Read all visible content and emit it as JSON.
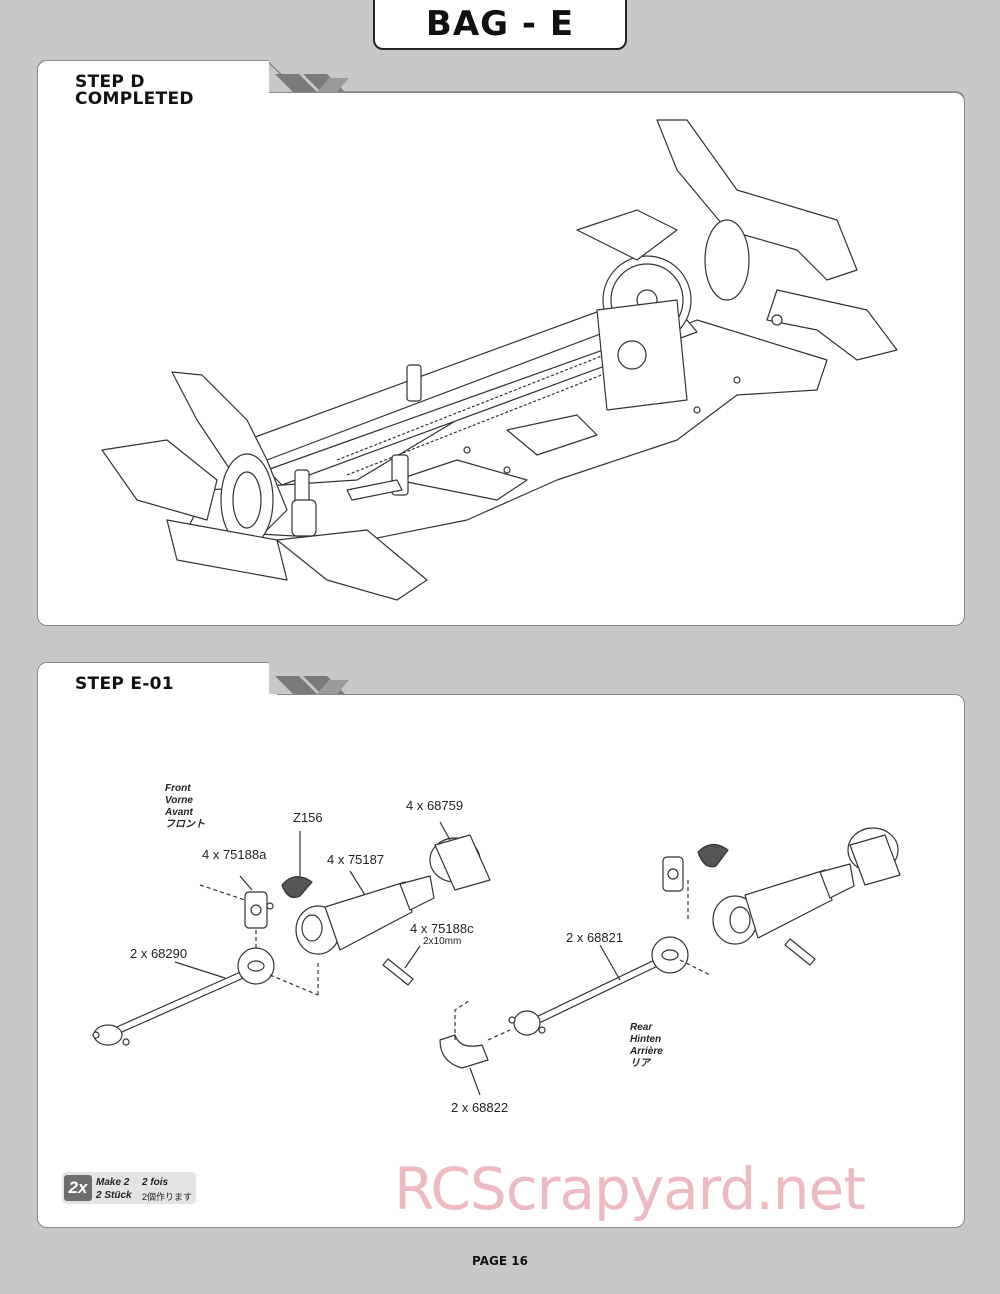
{
  "header": {
    "bag_title": "BAG - E"
  },
  "step_d": {
    "label_line1": "STEP D",
    "label_line2": "COMPLETED"
  },
  "step_e01": {
    "label": "STEP E-01",
    "front": {
      "en": "Front",
      "de": "Vorne",
      "fr": "Avant",
      "jp": "フロント"
    },
    "rear": {
      "en": "Rear",
      "de": "Hinten",
      "fr": "Arrière",
      "jp": "リア"
    },
    "parts": {
      "z156": "Z156",
      "p68759": "4 x 68759",
      "p75188a": "4 x 75188a",
      "p75187": "4 x 75187",
      "p75188c": "4 x 75188c",
      "p75188c_size": "2x10mm",
      "p68290": "2 x 68290",
      "p68821": "2 x 68821",
      "p68822": "2 x 68822"
    },
    "make": {
      "badge": "2x",
      "en": "Make 2",
      "fr": "2 fois",
      "de": "2 Stück",
      "jp": "2個作ります"
    }
  },
  "watermark": "RCScrapyard.net",
  "footer": {
    "page": "PAGE 16"
  }
}
